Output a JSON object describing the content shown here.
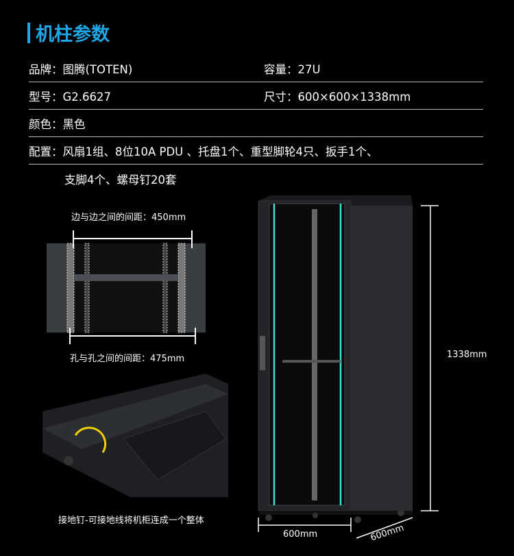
{
  "section_title": "机柱参数",
  "specs": {
    "brand": "品牌：图腾(TOTEN)",
    "capacity": "容量：27U",
    "model": "型号：G2.6627",
    "size": "尺寸：600×600×1338mm",
    "color": "颜色：黑色",
    "config_line1": "配置：风扇1组、8位10A PDU 、托盘1个、重型脚轮4只、扳手1个、",
    "config_line2": "支脚4个、螺母钉20套"
  },
  "diagram": {
    "edge_distance": "边与边之间的间距：450mm",
    "hole_distance": "孔与孔之间的间距：475mm",
    "ground_caption": "接地钉-可接地线将机柜连成一个整体"
  },
  "dimensions": {
    "height": "1338mm",
    "width": "600mm",
    "depth": "600mm"
  },
  "colors": {
    "accent": "#1fa6e6",
    "glow": "#3fe0d0"
  }
}
